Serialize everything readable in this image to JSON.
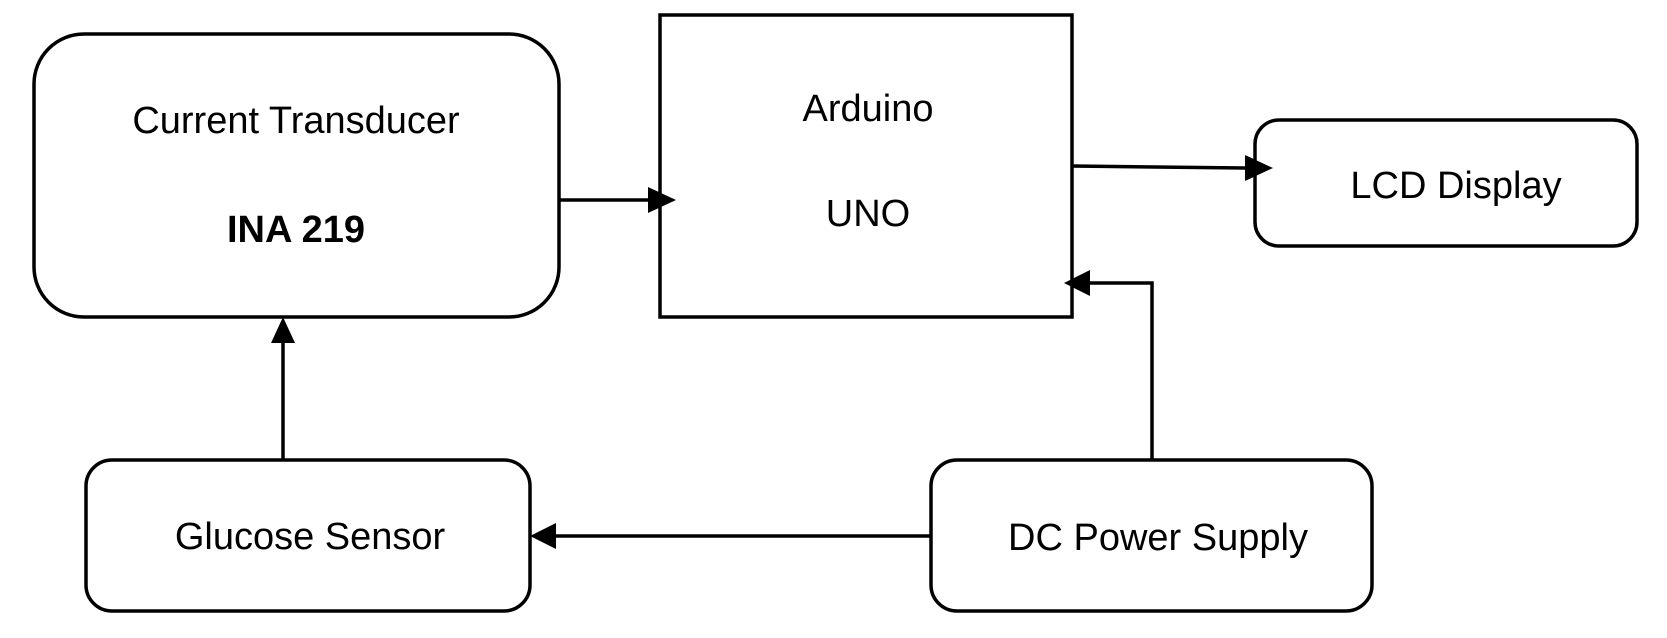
{
  "blocks": {
    "current_transducer": {
      "title": "Current Transducer",
      "model": "INA 219"
    },
    "arduino": {
      "title": "Arduino",
      "model": "UNO"
    },
    "lcd_display": {
      "title": "LCD Display"
    },
    "glucose_sensor": {
      "title": "Glucose Sensor"
    },
    "dc_power_supply": {
      "title": "DC Power Supply"
    }
  },
  "connections": [
    {
      "from": "Glucose Sensor",
      "to": "Current Transducer"
    },
    {
      "from": "Current Transducer",
      "to": "Arduino"
    },
    {
      "from": "Arduino",
      "to": "LCD Display"
    },
    {
      "from": "DC Power Supply",
      "to": "Arduino"
    },
    {
      "from": "DC Power Supply",
      "to": "Glucose Sensor"
    }
  ]
}
